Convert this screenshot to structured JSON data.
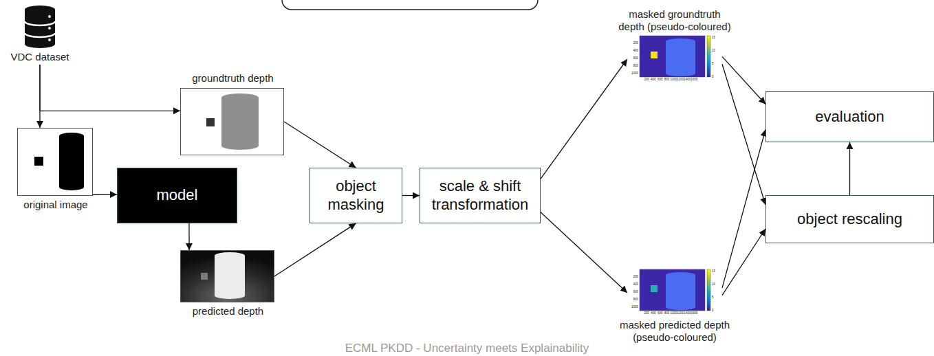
{
  "diagram": {
    "nodes": [
      {
        "text": [
          "VDC dataset"
        ]
      },
      {
        "text": [
          "groundtruth depth"
        ]
      },
      {
        "text": [
          "original image"
        ]
      },
      {
        "text": [
          "model"
        ]
      },
      {
        "text": [
          "predicted depth"
        ]
      },
      {
        "text": [
          "object masking"
        ]
      },
      {
        "text": [
          "scale & shift transformation"
        ]
      },
      {
        "text": [
          "masked groundtruth depth (pseudo-coloured)"
        ]
      },
      {
        "text": [
          "evaluation"
        ]
      },
      {
        "text": [
          "masked predicted depth (pseudo-coloured)"
        ]
      },
      {
        "text": [
          "object rescaling"
        ]
      }
    ],
    "edges": [
      {
        "from": 0,
        "to": 1,
        "arrow": "to"
      },
      {
        "from": 0,
        "to": 2,
        "arrow": "to"
      },
      {
        "from": 2,
        "to": 3,
        "arrow": "to"
      },
      {
        "from": 3,
        "to": 4,
        "arrow": "to"
      },
      {
        "from": 1,
        "to": 5,
        "arrow": "to"
      },
      {
        "from": 4,
        "to": 5,
        "arrow": "to"
      },
      {
        "from": 5,
        "to": 6,
        "arrow": "to"
      },
      {
        "from": 6,
        "to": 7,
        "arrow": "to"
      },
      {
        "from": 6,
        "to": 9,
        "arrow": "to"
      },
      {
        "from": 7,
        "to": 8,
        "arrow": "to"
      },
      {
        "from": 7,
        "to": 10,
        "arrow": "to"
      },
      {
        "from": 9,
        "to": 8,
        "arrow": "to"
      },
      {
        "from": 9,
        "to": 10,
        "arrow": "to"
      },
      {
        "from": 10,
        "to": 8,
        "arrow": "to"
      }
    ],
    "labels": [
      "200",
      "400",
      "600",
      "800",
      "1000",
      "200",
      "400",
      "600",
      "800",
      "1000",
      "1200",
      "1400",
      "1600",
      "15",
      "10",
      "5",
      "0",
      "200",
      "400",
      "600",
      "800",
      "1000",
      "200",
      "400",
      "600",
      "800",
      "1000",
      "1200",
      "1400",
      "1600",
      "15",
      "10",
      "5",
      "0",
      "ECML PKDD - Uncertainty meets Explainability"
    ]
  }
}
